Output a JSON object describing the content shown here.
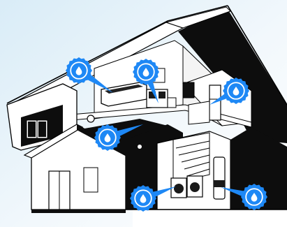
{
  "scene": {
    "type": "house-cutaway-illustration",
    "background_gradient": [
      "#d9ecf7",
      "#ffffff"
    ],
    "line_color": "#000000",
    "fill_color": "#ffffff",
    "shadow_color": "#111111"
  },
  "markers": {
    "icon": "water-drop-icon",
    "badge_color": "#1e88f5",
    "badge_ring_color": "#ffffff",
    "drop_color": "#ffffff",
    "items": [
      {
        "name": "bathroom-tub-water-marker"
      },
      {
        "name": "bathroom-sink-water-marker"
      },
      {
        "name": "kitchen-water-marker"
      },
      {
        "name": "main-floor-water-marker"
      },
      {
        "name": "laundry-washer-water-marker"
      },
      {
        "name": "water-heater-water-marker"
      }
    ]
  }
}
